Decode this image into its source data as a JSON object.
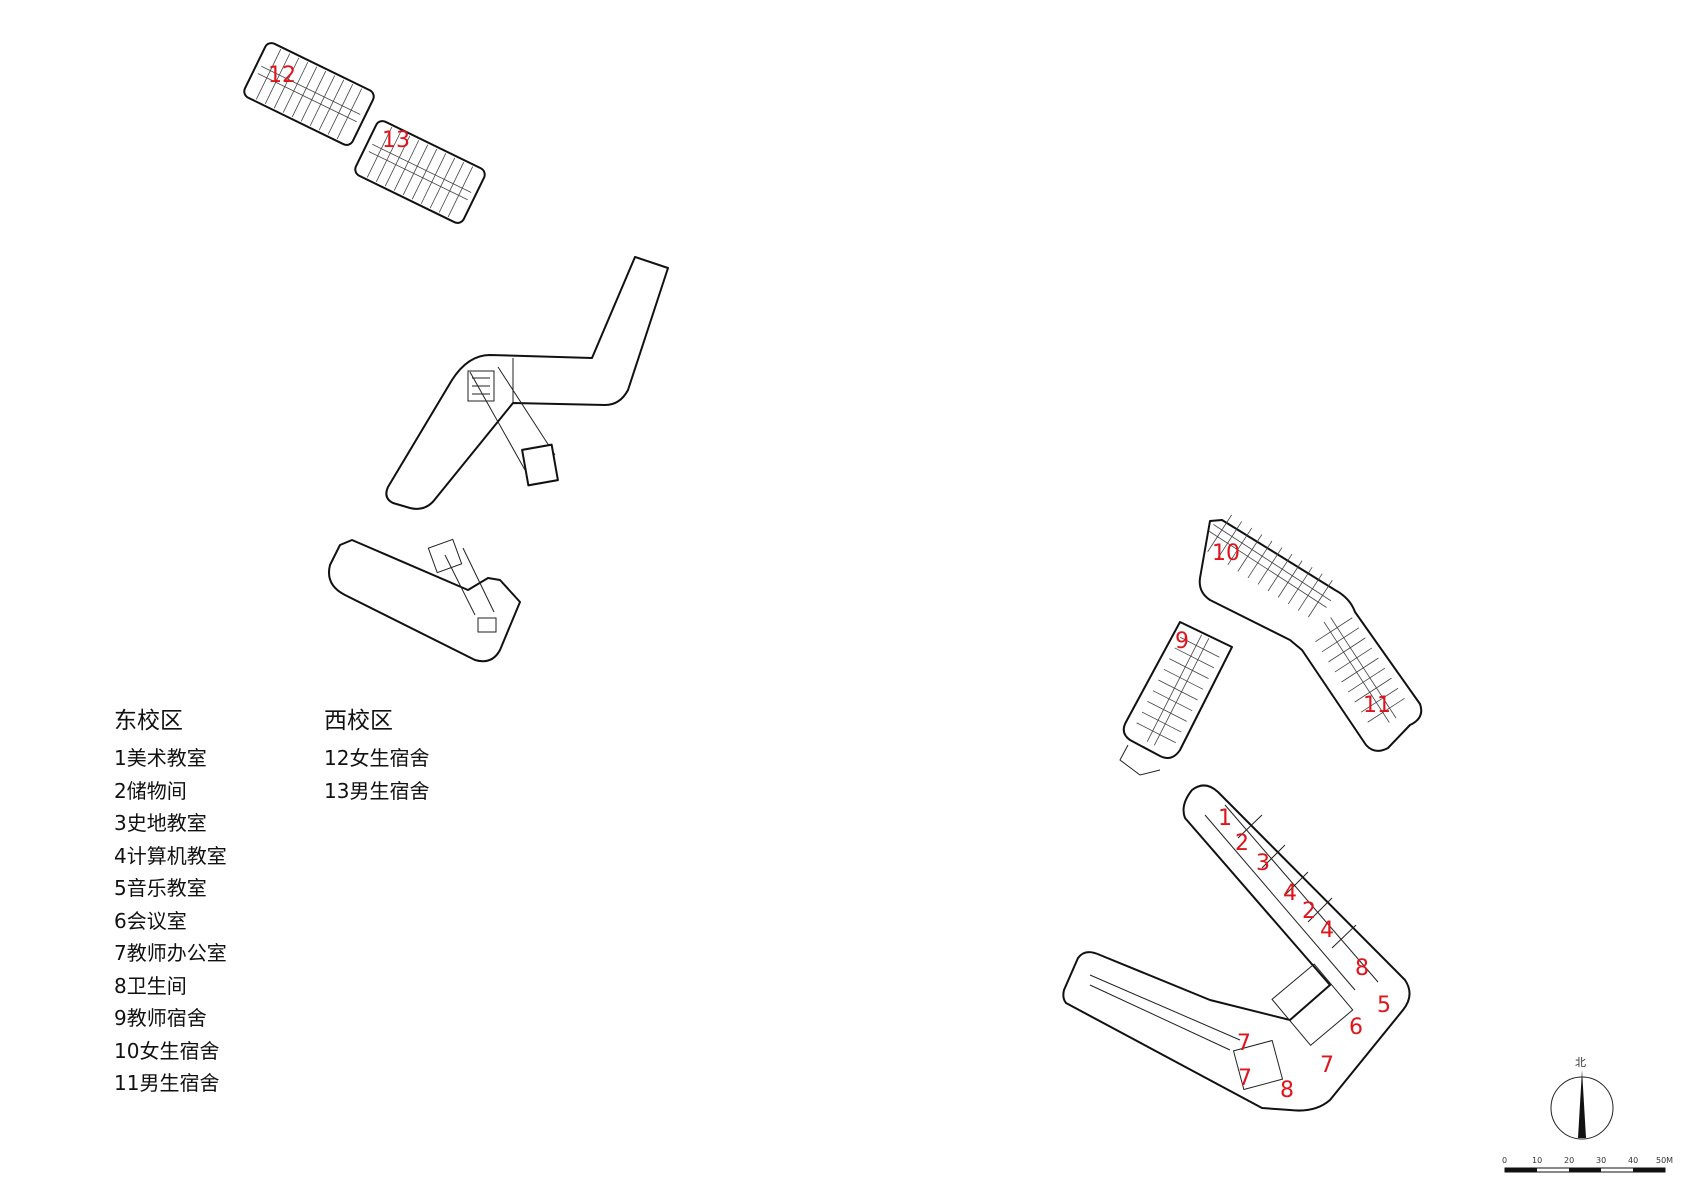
{
  "legend_east": {
    "title": "东校区",
    "items": [
      "1美术教室",
      "2储物间",
      "3史地教室",
      "4计算机教室",
      "5音乐教室",
      "6会议室",
      "7教师办公室",
      "8卫生间",
      "9教师宿舍",
      "10女生宿舍",
      "11男生宿舍"
    ]
  },
  "legend_west": {
    "title": "西校区",
    "items": [
      "12女生宿舍",
      "13男生宿舍"
    ]
  },
  "room_labels": {
    "west_dorm_girls": "12",
    "west_dorm_boys": "13",
    "east_dorm_girls": "10",
    "east_dorm_teachers": "9",
    "east_dorm_boys": "11",
    "east_teaching": [
      "1",
      "2",
      "3",
      "4",
      "2",
      "4",
      "8",
      "5",
      "6",
      "7",
      "7",
      "7",
      "8"
    ]
  },
  "north_arrow": {
    "label": "北"
  },
  "scale_bar": {
    "ticks": [
      "0",
      "10",
      "20",
      "30",
      "40",
      "50M"
    ]
  },
  "colors": {
    "room_number": "#e0141c",
    "linework": "#111111"
  }
}
